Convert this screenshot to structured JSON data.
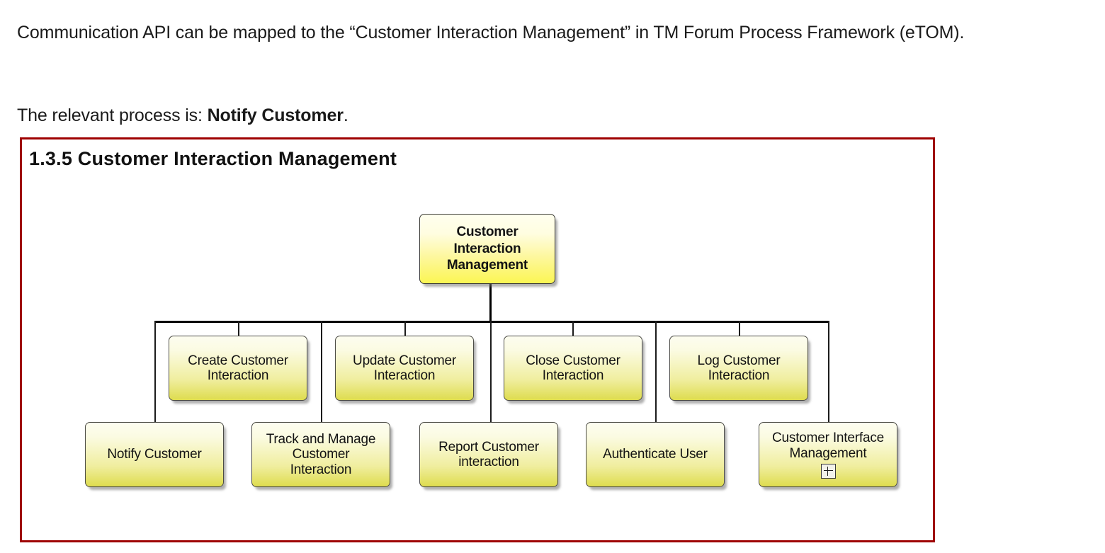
{
  "prose": {
    "intro": "Communication API can be mapped to the “Customer Interaction Management” in TM Forum Process Framework (eTOM).",
    "process_prefix": "The relevant process is:  ",
    "process_name": "Notify Customer",
    "process_suffix": "."
  },
  "diagram": {
    "title": "1.3.5 Customer Interaction Management",
    "border_color": "#9e0000",
    "root": {
      "label": "Customer\nInteraction\nManagement"
    },
    "row2": [
      {
        "label": "Create Customer\nInteraction"
      },
      {
        "label": "Update Customer\nInteraction"
      },
      {
        "label": "Close Customer\nInteraction"
      },
      {
        "label": "Log Customer\nInteraction"
      }
    ],
    "row3": [
      {
        "label": "Notify Customer",
        "expandable": false
      },
      {
        "label": "Track and Manage\nCustomer\nInteraction",
        "expandable": false
      },
      {
        "label": "Report Customer\ninteraction",
        "expandable": false
      },
      {
        "label": "Authenticate User",
        "expandable": false
      },
      {
        "label": "Customer Interface\nManagement",
        "expandable": true,
        "expand_icon": "plus-box-icon"
      }
    ]
  }
}
